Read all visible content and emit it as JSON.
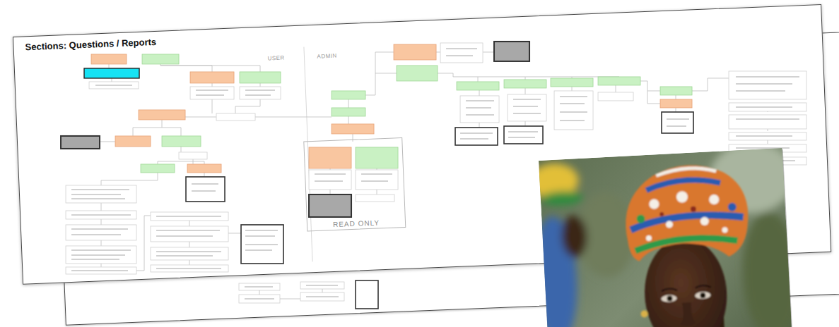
{
  "diagram": {
    "title": "Sections: Questions / Reports",
    "nodes": [
      {
        "text": [
          "READ ONLY"
        ]
      }
    ],
    "labels": [
      "USER",
      "ADMIN"
    ]
  }
}
